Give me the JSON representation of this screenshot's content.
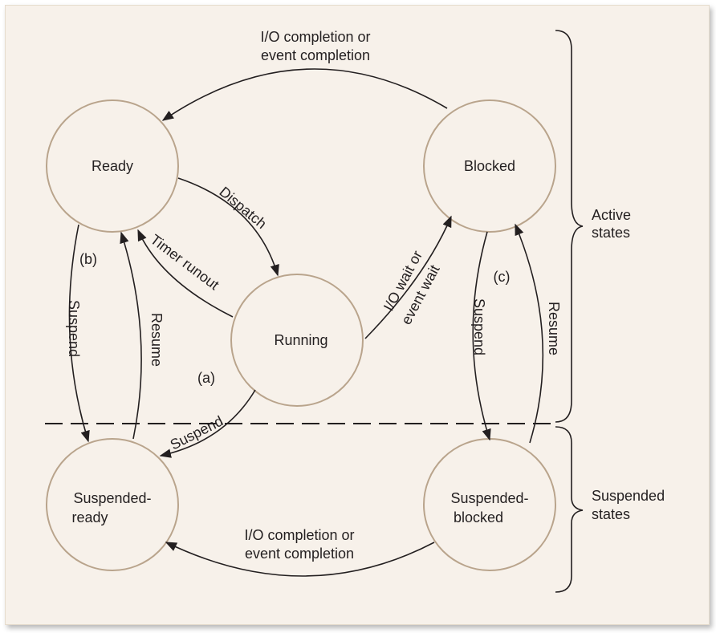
{
  "states": {
    "ready": "Ready",
    "blocked": "Blocked",
    "running": "Running",
    "suspended_ready": [
      "Suspended-",
      "ready"
    ],
    "suspended_blocked": [
      "Suspended-",
      "blocked"
    ]
  },
  "transitions": {
    "blocked_to_ready": [
      "I/O completion or",
      "event completion"
    ],
    "ready_to_running": "Dispatch",
    "running_to_ready": "Timer runout",
    "running_to_blocked": [
      "I/O wait or",
      "event wait"
    ],
    "ready_suspend": "Suspend",
    "suspended_ready_resume": "Resume",
    "running_suspend": "Suspend",
    "blocked_suspend": "Suspend",
    "suspended_blocked_resume": "Resume",
    "suspended_blocked_to_suspended_ready": [
      "I/O completion or",
      "event completion"
    ]
  },
  "markers": {
    "a": "(a)",
    "b": "(b)",
    "c": "(c)"
  },
  "groups": {
    "active": [
      "Active",
      "states"
    ],
    "suspended": [
      "Suspended",
      "states"
    ]
  }
}
